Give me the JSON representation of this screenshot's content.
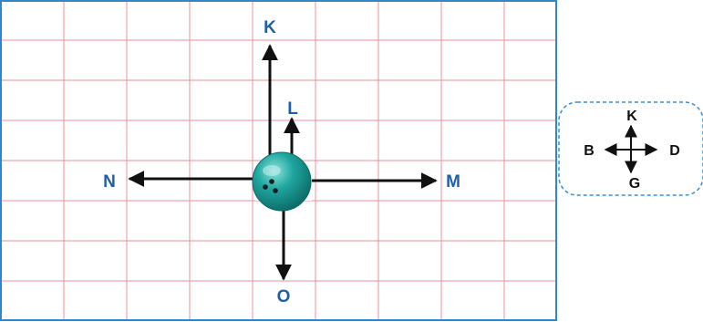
{
  "diagram": {
    "arrow_labels": {
      "up": "K",
      "short_up": "L",
      "right": "M",
      "left": "N",
      "down": "O"
    },
    "colors": {
      "grid_line": "#e8919a",
      "grid_border": "#2f86c8",
      "label": "#1f5fa6",
      "arrow": "#111111",
      "ball": "#1fa6a0",
      "ball_highlight": "#c9f1ee",
      "key_border": "#3b8fd0"
    }
  },
  "compass_key": {
    "north": "K",
    "south": "G",
    "east": "D",
    "west": "B"
  }
}
